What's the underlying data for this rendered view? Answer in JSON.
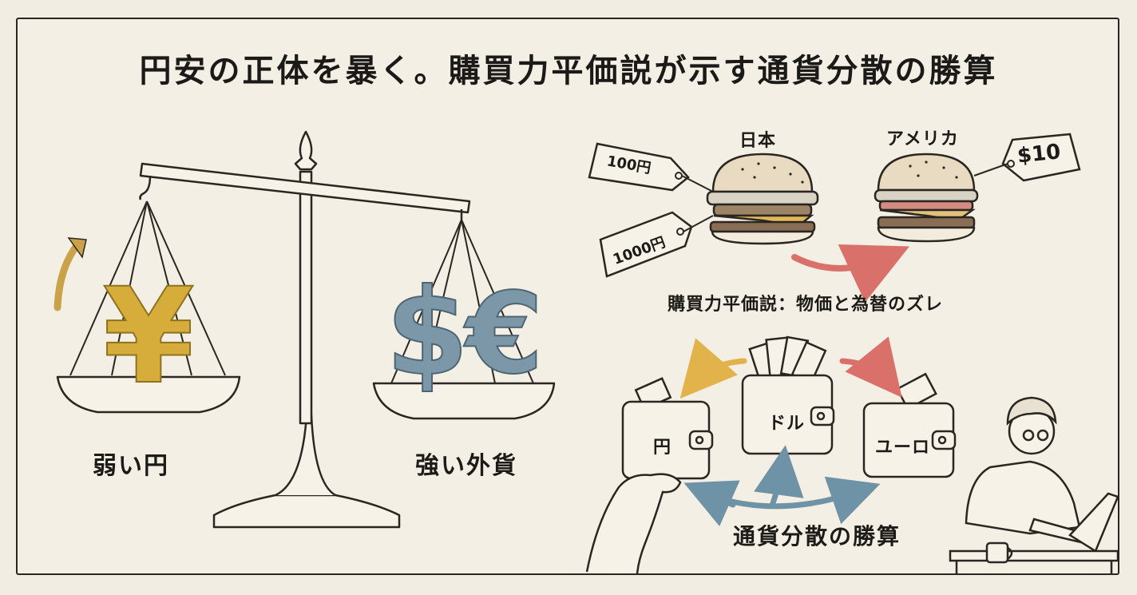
{
  "title": "円安の正体を暴く。購買力平価説が示す通貨分散の勝算",
  "scale": {
    "left_label": "弱い円",
    "right_label": "強い外貨",
    "left_symbol": "¥",
    "right_symbol_1": "$",
    "right_symbol_2": "€"
  },
  "ppp": {
    "japan_label": "日本",
    "usa_label": "アメリカ",
    "tag_price_1": "100円",
    "tag_price_2": "1000円",
    "tag_price_usd": "$10",
    "caption": "購買力平価説：物価と為替のズレ"
  },
  "wallets": {
    "yen": "円",
    "dollar": "ドル",
    "euro": "ユーロ",
    "caption": "通貨分散の勝算"
  },
  "colors": {
    "background": "#f1ede2",
    "yen_gold": "#d6ad3a",
    "currency_blue": "#7c98a8",
    "arrow_red": "#d9716a",
    "arrow_gold": "#e2b34a",
    "arrow_blue": "#6f93a6",
    "ink": "#1f1d1a"
  },
  "icons": [
    "balance-scale-icon",
    "burger-icon",
    "price-tag-icon",
    "wallet-icon",
    "banknote-icon",
    "hand-icon",
    "person-laptop-icon",
    "arrow-icon"
  ]
}
